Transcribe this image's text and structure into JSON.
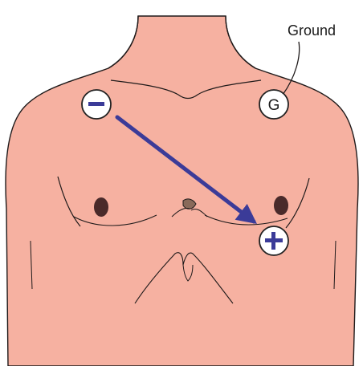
{
  "diagram": {
    "ground_label": "Ground",
    "electrodes": {
      "negative": {
        "symbol": "−",
        "sign": "negative"
      },
      "positive": {
        "symbol": "+",
        "sign": "positive"
      },
      "ground": {
        "symbol": "G"
      }
    },
    "arrow": {
      "from": "negative",
      "to": "positive"
    },
    "colors": {
      "skin": "#f6b1a1",
      "outline": "#1f1a1a",
      "electrode_fill": "#ffffff",
      "electrode_stroke": "#222222",
      "arrow": "#3b3b98",
      "sign": "#3b3b98",
      "nipple": "#4a2a2a"
    }
  }
}
